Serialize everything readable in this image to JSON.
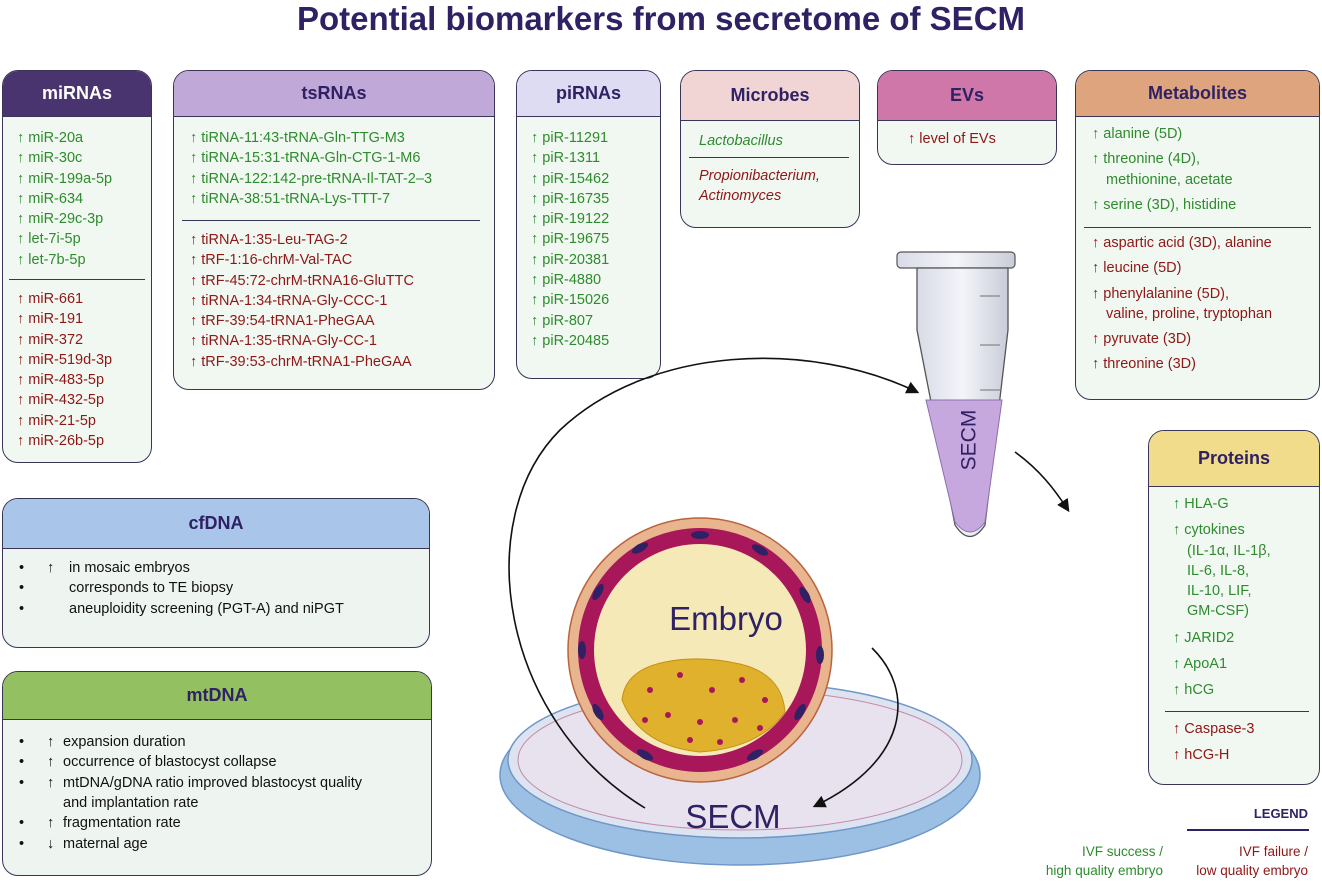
{
  "title": "Potential biomarkers from secretome of SECM",
  "colors": {
    "success": "#2e8b2e",
    "failure": "#8e1717",
    "title": "#2f2163"
  },
  "arrow_up": "↑",
  "arrow_down": "↓",
  "mirnas": {
    "header": "miRNAs",
    "success": [
      "miR-20a",
      "miR-30c",
      "miR-199a-5p",
      "miR-634",
      "miR-29c-3p",
      "let-7i-5p",
      "let-7b-5p"
    ],
    "failure": [
      "miR-661",
      "miR-191",
      "miR-372",
      "miR-519d-3p",
      "miR-483-5p",
      "miR-432-5p",
      "miR-21-5p",
      "miR-26b-5p"
    ]
  },
  "tsrnas": {
    "header": "tsRNAs",
    "success": [
      "tiRNA-11:43-tRNA-Gln-TTG-M3",
      "tiRNA-15:31-tRNA-Gln-CTG-1-M6",
      "tiRNA-122:142-pre-tRNA-Il-TAT-2–3",
      "tiRNA-38:51-tRNA-Lys-TTT-7"
    ],
    "failure": [
      "tiRNA-1:35-Leu-TAG-2",
      "tRF-1:16-chrM-Val-TAC",
      "tRF-45:72-chrM-tRNA16-GluTTC",
      "tiRNA-1:34-tRNA-Gly-CCC-1",
      "tRF-39:54-tRNA1-PheGAA",
      "tiRNA-1:35-tRNA-Gly-CC-1",
      "tRF-39:53-chrM-tRNA1-PheGAA"
    ]
  },
  "pirnas": {
    "header": "piRNAs",
    "success": [
      "piR-11291",
      "piR-1311",
      "piR-15462",
      "piR-16735",
      "piR-19122",
      "piR-19675",
      "piR-20381",
      "piR-4880",
      "piR-15026",
      "piR-807",
      "piR-20485"
    ]
  },
  "microbes": {
    "header": "Microbes",
    "success": [
      "Lactobacillus"
    ],
    "failure": [
      "Propionibacterium,",
      "Actinomyces"
    ]
  },
  "evs": {
    "header": "EVs",
    "failure": [
      "level of EVs"
    ]
  },
  "metabolites": {
    "header": "Metabolites",
    "success": [
      [
        "alanine (5D)"
      ],
      [
        "threonine (4D),",
        "methionine, acetate"
      ],
      [
        "serine (3D), histidine"
      ]
    ],
    "failure": [
      [
        "aspartic acid (3D), alanine"
      ],
      [
        "leucine (5D)"
      ],
      [
        "phenylalanine (5D),",
        "valine, proline, tryptophan"
      ],
      [
        "pyruvate (3D)"
      ],
      [
        "threonine (3D)"
      ]
    ]
  },
  "proteins": {
    "header": "Proteins",
    "success": [
      [
        "HLA-G"
      ],
      [
        "cytokines",
        "(IL-1α, IL-1β,",
        "IL-6, IL-8,",
        "IL-10, LIF,",
        "GM-CSF)"
      ],
      [
        "JARID2"
      ],
      [
        "ApoA1"
      ],
      [
        "hCG"
      ]
    ],
    "failure": [
      [
        "Caspase-3"
      ],
      [
        "hCG-H"
      ]
    ]
  },
  "cfdna": {
    "header": "cfDNA",
    "items": [
      {
        "arrow": "↑",
        "text": "in mosaic embryos"
      },
      {
        "arrow": "",
        "text": "corresponds to TE biopsy"
      },
      {
        "arrow": "",
        "text": "aneuploidity screening (PGT-A) and niPGT"
      }
    ]
  },
  "mtdna": {
    "header": "mtDNA",
    "items": [
      {
        "arrow": "↑",
        "lines": [
          "expansion duration"
        ]
      },
      {
        "arrow": "↑",
        "lines": [
          "occurrence of blastocyst collapse"
        ]
      },
      {
        "arrow": "↑",
        "lines": [
          "mtDNA/gDNA ratio improved blastocyst quality",
          "and implantation rate"
        ]
      },
      {
        "arrow": "↑",
        "lines": [
          "fragmentation rate"
        ]
      },
      {
        "arrow": "↓",
        "lines": [
          "maternal age"
        ]
      }
    ]
  },
  "illustration": {
    "embryo_label": "Embryo",
    "dish_label": "SECM",
    "tube_label": "SECM"
  },
  "legend": {
    "title": "LEGEND",
    "success": [
      "IVF success /",
      "high quality embryo"
    ],
    "failure": [
      "IVF failure /",
      "low quality embryo"
    ]
  }
}
